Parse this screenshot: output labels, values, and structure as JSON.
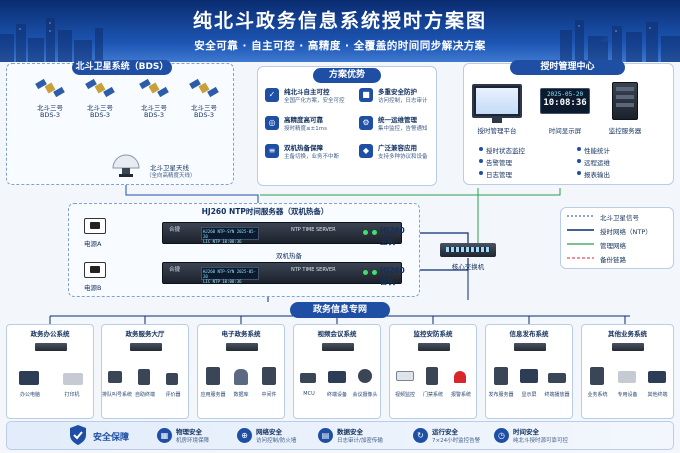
{
  "header": {
    "title": "纯北斗政务信息系统授时方案图",
    "subtitle": "安全可靠 · 自主可控 · 高精度 · 全覆盖的时间同步解决方案"
  },
  "bds": {
    "title": "北斗卫星系统（BDS）",
    "satellites": [
      {
        "name": "北斗三号",
        "code": "BDS-3"
      },
      {
        "name": "北斗三号",
        "code": "BDS-3"
      },
      {
        "name": "北斗三号",
        "code": "BDS-3"
      },
      {
        "name": "北斗三号",
        "code": "BDS-3"
      }
    ],
    "antenna": {
      "name": "北斗卫星天线",
      "desc": "（全向高精度天线）"
    }
  },
  "advantages": {
    "title": "方案优势",
    "items": [
      {
        "title": "纯北斗自主可控",
        "desc": "全国产化方案，安全可控"
      },
      {
        "title": "多重安全防护",
        "desc": "访问控制，日志审计"
      },
      {
        "title": "高精度高可靠",
        "desc": "授时精度≤±1ms"
      },
      {
        "title": "统一运维管理",
        "desc": "集中监控，告警通知"
      },
      {
        "title": "双机热备保障",
        "desc": "主备切换，业务不中断"
      },
      {
        "title": "广泛兼容应用",
        "desc": "支持多种协议和设备"
      }
    ]
  },
  "mgmt": {
    "title": "授时管理中心",
    "platform": "授时管理平台",
    "display": "时间显示屏",
    "server": "监控服务器",
    "date": "2025-05-20",
    "time": "10:08:36",
    "features": [
      "授时状态监控",
      "性能统计",
      "告警管理",
      "远程运维",
      "日志管理",
      "报表输出"
    ]
  },
  "ntp": {
    "title": "HJ260 NTP时间服务器（双机热备）",
    "panel_label": "NTP TIME SERVER",
    "brand": "合捷",
    "main": {
      "name": "HJ260",
      "role": "主机"
    },
    "backup": {
      "name": "HJ260",
      "role": "备机"
    },
    "hotstandby": "双机热备",
    "powerA": "电源A",
    "powerB": "电源B",
    "screen1": "HJ260 NTP-SYN 2025-05-20",
    "screen2": "LIC NTP 10:08:36"
  },
  "legend": {
    "items": [
      "北斗卫星信号",
      "授时网络（NTP）",
      "管理网络",
      "备份链路"
    ]
  },
  "switch": {
    "name": "核心交换机"
  },
  "network": {
    "title": "政务信息专网"
  },
  "subsystems": [
    {
      "title": "政务办公系统",
      "devices": [
        "办公电脑",
        "打印机"
      ]
    },
    {
      "title": "政务服务大厅",
      "devices": [
        "排队叫号系统",
        "自助终端",
        "评价器"
      ]
    },
    {
      "title": "电子政务系统",
      "devices": [
        "应用服务器",
        "数据库",
        "中间件"
      ]
    },
    {
      "title": "视频会议系统",
      "devices": [
        "MCU",
        "终端设备",
        "会议摄像头"
      ]
    },
    {
      "title": "监控安防系统",
      "devices": [
        "视频监控",
        "门禁系统",
        "报警系统"
      ]
    },
    {
      "title": "信息发布系统",
      "devices": [
        "发布服务器",
        "显示屏",
        "终端播放器"
      ]
    },
    {
      "title": "其他业务系统",
      "devices": [
        "业务系统",
        "专用设备",
        "其他终端"
      ]
    }
  ],
  "security": {
    "title": "安全保障",
    "items": [
      {
        "title": "物理安全",
        "desc": "机房环境保障"
      },
      {
        "title": "网络安全",
        "desc": "访问控制/防火墙"
      },
      {
        "title": "数据安全",
        "desc": "日志审计/加密传输"
      },
      {
        "title": "运行安全",
        "desc": "7×24小时监控告警"
      },
      {
        "title": "时间安全",
        "desc": "纯北斗授时源可靠可控"
      }
    ]
  },
  "colors": {
    "primary": "#1e4fa5",
    "dark": "#0a2c70",
    "red": "#d8262c",
    "green": "#2a9d4b",
    "teal": "#1d8fb0"
  }
}
